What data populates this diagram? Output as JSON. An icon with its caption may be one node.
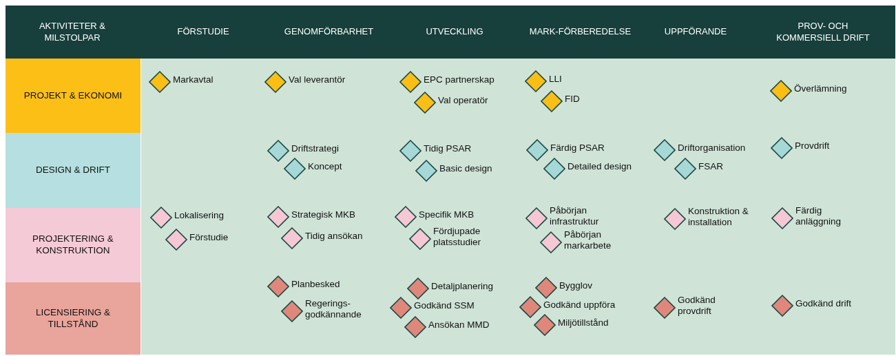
{
  "diagram": {
    "nodes": [
      {
        "text": [
          "PROJEKT & EKONOMI"
        ]
      },
      {
        "text": [],
        "shape": "diamond",
        "beside": [
          "Markavtal"
        ]
      },
      {
        "text": [],
        "shape": "diamond",
        "beside": [
          "Val leverantör"
        ]
      },
      {
        "text": [],
        "shape": "diamond",
        "beside": [
          "EPC partnerskap"
        ]
      },
      {
        "text": [],
        "shape": "diamond",
        "beside": [
          "Val operatör"
        ]
      },
      {
        "text": [],
        "shape": "diamond",
        "beside": [
          "LLI"
        ]
      },
      {
        "text": [],
        "shape": "diamond",
        "beside": [
          "FID"
        ]
      },
      {
        "text": [],
        "shape": "diamond",
        "beside": [
          "Överlämning"
        ]
      },
      {
        "text": [
          "DESIGN & DRIFT"
        ]
      },
      {
        "text": [],
        "shape": "diamond",
        "beside": [
          "Driftstrategi"
        ]
      },
      {
        "text": [],
        "shape": "diamond",
        "beside": [
          "Koncept"
        ]
      },
      {
        "text": [],
        "shape": "diamond",
        "beside": [
          "Tidig PSAR"
        ]
      },
      {
        "text": [],
        "shape": "diamond",
        "beside": [
          "Basic design"
        ]
      },
      {
        "text": [],
        "shape": "diamond",
        "beside": [
          "Färdig PSAR"
        ]
      },
      {
        "text": [],
        "shape": "diamond",
        "beside": [
          "Detailed design"
        ]
      },
      {
        "text": [],
        "shape": "diamond",
        "beside": [
          "Driftorganisation"
        ]
      },
      {
        "text": [],
        "shape": "diamond",
        "beside": [
          "FSAR"
        ]
      },
      {
        "text": [],
        "shape": "diamond",
        "beside": [
          "Provdrift"
        ]
      },
      {
        "text": [
          "PROJEKTERING & KONSTRUKTION"
        ]
      },
      {
        "text": [],
        "shape": "diamond",
        "beside": [
          "Lokalisering"
        ]
      },
      {
        "text": [],
        "shape": "diamond",
        "beside": [
          "Förstudie"
        ]
      },
      {
        "text": [],
        "shape": "diamond",
        "beside": [
          "Strategisk MKB"
        ]
      },
      {
        "text": [],
        "shape": "diamond",
        "beside": [
          "Tidig ansökan"
        ]
      },
      {
        "text": [],
        "shape": "diamond",
        "beside": [
          "Specifik MKB"
        ]
      },
      {
        "text": [],
        "shape": "diamond",
        "beside": [
          "Fördjupade platsstudier"
        ]
      },
      {
        "text": [],
        "shape": "diamond",
        "beside": [
          "Påbörjan infrastruktur"
        ]
      },
      {
        "text": [],
        "shape": "diamond",
        "beside": [
          "Påbörjan markarbete"
        ]
      },
      {
        "text": [],
        "shape": "diamond",
        "beside": [
          "Konstruktion & installation"
        ]
      },
      {
        "text": [],
        "shape": "diamond",
        "beside": [
          "Färdig anläggning"
        ]
      },
      {
        "text": [
          "LICENSIERING & TILLSTÅND"
        ]
      },
      {
        "text": [],
        "shape": "diamond",
        "beside": [
          "Planbesked"
        ]
      },
      {
        "text": [],
        "shape": "diamond",
        "beside": [
          "Regerings- godkännande"
        ]
      },
      {
        "text": [],
        "shape": "diamond",
        "beside": [
          "Detaljplanering"
        ]
      },
      {
        "text": [],
        "shape": "diamond",
        "beside": [
          "Godkänd SSM"
        ]
      },
      {
        "text": [],
        "shape": "diamond",
        "beside": [
          "Ansökan MMD"
        ]
      },
      {
        "text": [],
        "shape": "diamond",
        "beside": [
          "Bygglov"
        ]
      },
      {
        "text": [],
        "shape": "diamond",
        "beside": [
          "Godkänd uppföra"
        ]
      },
      {
        "text": [],
        "shape": "diamond",
        "beside": [
          "Miljötillstånd"
        ]
      },
      {
        "text": [],
        "shape": "diamond",
        "beside": [
          "Godkänd provdrift"
        ]
      },
      {
        "text": [],
        "shape": "diamond",
        "beside": [
          "Godkänd drift"
        ]
      }
    ],
    "edges": [],
    "labels": [
      "AKTIVITETER & MILSTOLPAR",
      "FÖRSTUDIE",
      "GENOMFÖRBARHET",
      "UTVECKLING",
      "MARK-FÖRBEREDELSE",
      "UPPFÖRANDE",
      "PROV- OCH KOMMERSIELL DRIFT"
    ]
  }
}
